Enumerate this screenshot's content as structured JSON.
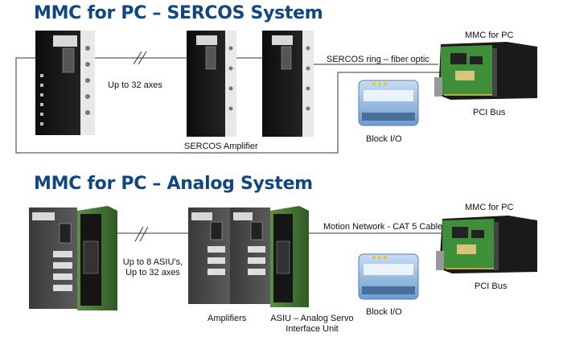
{
  "sercos": {
    "title": "MMC for PC – SERCOS System",
    "axes_label": "Up to 32 axes",
    "amplifier_label": "SERCOS Amplifier",
    "ring_label": "SERCOS ring – fiber optic",
    "pc_label": "MMC for PC",
    "bus_label": "PCI Bus",
    "io_label": "Block I/O"
  },
  "analog": {
    "title": "MMC for PC – Analog System",
    "axes_label_1": "Up to 8 ASIU’s,",
    "axes_label_2": "Up to 32 axes",
    "amplifiers_label": "Amplifiers",
    "asiu_label_1": "ASIU – Analog Servo",
    "asiu_label_2": "Interface Unit",
    "network_label": "Motion Network - CAT 5 Cable",
    "pc_label": "MMC for PC",
    "bus_label": "PCI Bus",
    "io_label": "Block I/O"
  },
  "colors": {
    "title_blue": "#12467e",
    "amp_dark": "#1b1b1b",
    "pcb_green": "#3f8f3a",
    "io_blue": "#8fb6e0"
  }
}
